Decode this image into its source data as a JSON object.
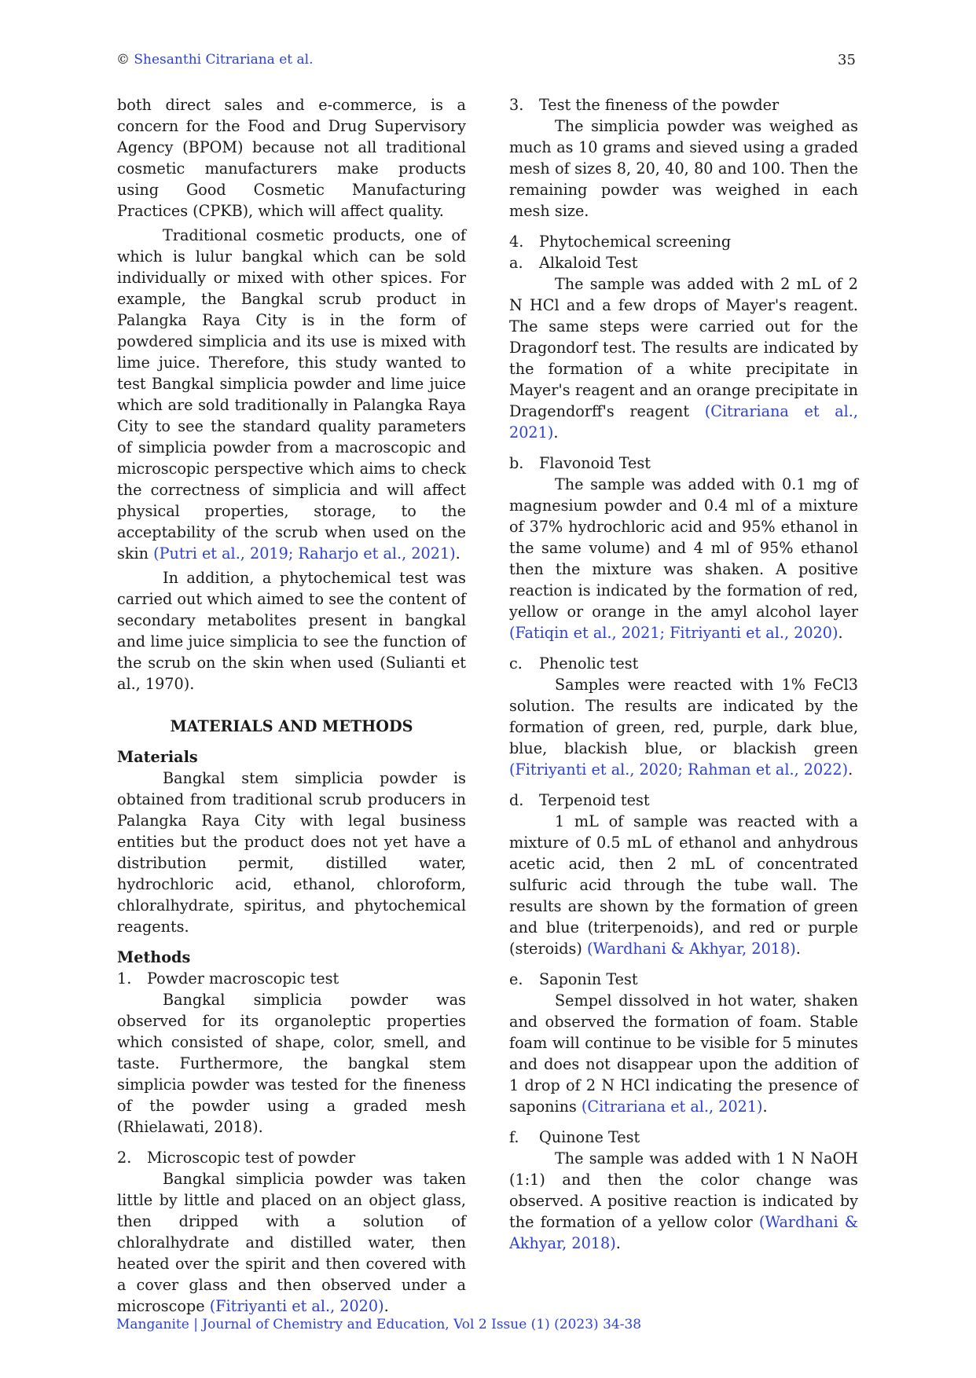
{
  "header": {
    "copyright": "©",
    "author": "Shesanthi Citrariana et al.",
    "page_number": "35"
  },
  "left": {
    "p1": "both direct sales and e-commerce, is a concern for the Food and Drug Supervisory Agency (BPOM) because not all traditional cosmetic manufacturers make products using Good Cosmetic Manufacturing Practices (CPKB), which will affect quality.",
    "p2": "Traditional cosmetic products, one of which is lulur bangkal which can be sold individually or mixed with other spices. For example, the Bangkal scrub product in Palangka Raya City is in the form of powdered simplicia and its use is mixed with lime juice. Therefore, this study wanted to test Bangkal simplicia powder and lime juice which are sold traditionally in Palangka Raya City to see the standard quality parameters of simplicia powder from a macroscopic and microscopic perspective which aims to check the correctness of simplicia and will affect physical properties, storage, to the acceptability of the scrub when used on the skin ",
    "p2_cite": "(Putri et al., 2019; Raharjo et al., 2021)",
    "p2_end": ".",
    "p3": "In addition, a phytochemical test was carried out which aimed to see the content of secondary metabolites present in bangkal and lime juice simplicia to see the function of the scrub on the skin when used (Sulianti et al., 1970).",
    "section_title": "MATERIALS AND METHODS",
    "materials_heading": "Materials",
    "materials_text": "Bangkal stem simplicia powder is obtained from traditional scrub producers in Palangka Raya City with legal business entities but the product does not yet have a distribution permit, distilled water, hydrochloric acid, ethanol, chloroform, chloralhydrate, spiritus, and phytochemical reagents.",
    "methods_heading": "Methods",
    "m1_num": "1.",
    "m1_title": "Powder macroscopic test",
    "m1_text": "Bangkal simplicia powder was observed for its organoleptic properties which consisted of shape, color, smell, and taste. Furthermore, the bangkal stem simplicia powder was tested for the fineness of the powder using a graded mesh (Rhielawati, 2018).",
    "m2_num": "2.",
    "m2_title": "Microscopic test of powder",
    "m2_text": "Bangkal simplicia powder was taken little by little and placed on an object glass, then dripped with a solution of chloralhydrate and distilled water, then heated over the spirit and then covered with a cover glass and then observed under a microscope ",
    "m2_cite": "(Fitriyanti et al., 2020)",
    "m2_end": "."
  },
  "right": {
    "m3_num": "3.",
    "m3_title": "Test the fineness of the powder",
    "m3_text": "The simplicia powder was weighed as much as 10 grams and sieved using a graded mesh of sizes 8, 20, 40, 80 and 100. Then the remaining powder was weighed in each mesh size.",
    "m4_num": "4.",
    "m4_title": "Phytochemical screening",
    "a_label": "a.",
    "a_title": "Alkaloid Test",
    "a_text": "The sample was added with 2 mL of 2 N HCl and a few drops of Mayer's reagent. The same steps were carried out for the Dragondorf test. The results are indicated by the formation of a white precipitate in Mayer's reagent and an orange precipitate in Dragendorff's reagent ",
    "a_cite": "(Citrariana et al., 2021)",
    "a_end": ".",
    "b_label": "b.",
    "b_title": "Flavonoid Test",
    "b_text": "The sample was added with 0.1 mg of magnesium powder and 0.4 ml of a mixture of 37% hydrochloric acid and 95% ethanol in the same volume) and 4 ml of 95% ethanol then the mixture was shaken. A positive reaction is indicated by the formation of red, yellow or orange in the amyl alcohol layer ",
    "b_cite": "(Fatiqin et al., 2021; Fitriyanti et al., 2020)",
    "b_end": ".",
    "c_label": "c.",
    "c_title": "Phenolic test",
    "c_text": "Samples were reacted with 1% FeCl3 solution. The results are indicated by the formation of green, red, purple, dark blue, blue, blackish blue, or blackish green ",
    "c_cite": "(Fitriyanti et al., 2020; Rahman et al., 2022)",
    "c_end": ".",
    "d_label": "d.",
    "d_title": "Terpenoid test",
    "d_text": "1 mL of sample was reacted with a mixture of 0.5 mL of ethanol and anhydrous acetic acid, then 2 mL of concentrated sulfuric acid through the tube wall. The results are shown by the formation of green and blue (triterpenoids), and red or purple (steroids) ",
    "d_cite": "(Wardhani & Akhyar, 2018)",
    "d_end": ".",
    "e_label": "e.",
    "e_title": "Saponin Test",
    "e_text": "Sempel dissolved in hot water, shaken and observed the formation of foam. Stable foam will continue to be visible for 5 minutes and does not disappear upon the addition of 1 drop of 2 N HCl indicating the presence of saponins ",
    "e_cite": "(Citrariana et al., 2021)",
    "e_end": ".",
    "f_label": "f.",
    "f_title": "Quinone Test",
    "f_text": "The sample was added with 1 N NaOH (1:1) and then the color change was observed. A positive reaction is indicated by the formation of a yellow color ",
    "f_cite": "(Wardhani & Akhyar, 2018)",
    "f_end": "."
  },
  "footer": {
    "journal": "Manganite | Journal of Chemistry and Education, Vol 2 Issue (1) (2023) 34-38"
  },
  "colors": {
    "link": "#2b3fd6",
    "text": "#1a1a1a"
  }
}
